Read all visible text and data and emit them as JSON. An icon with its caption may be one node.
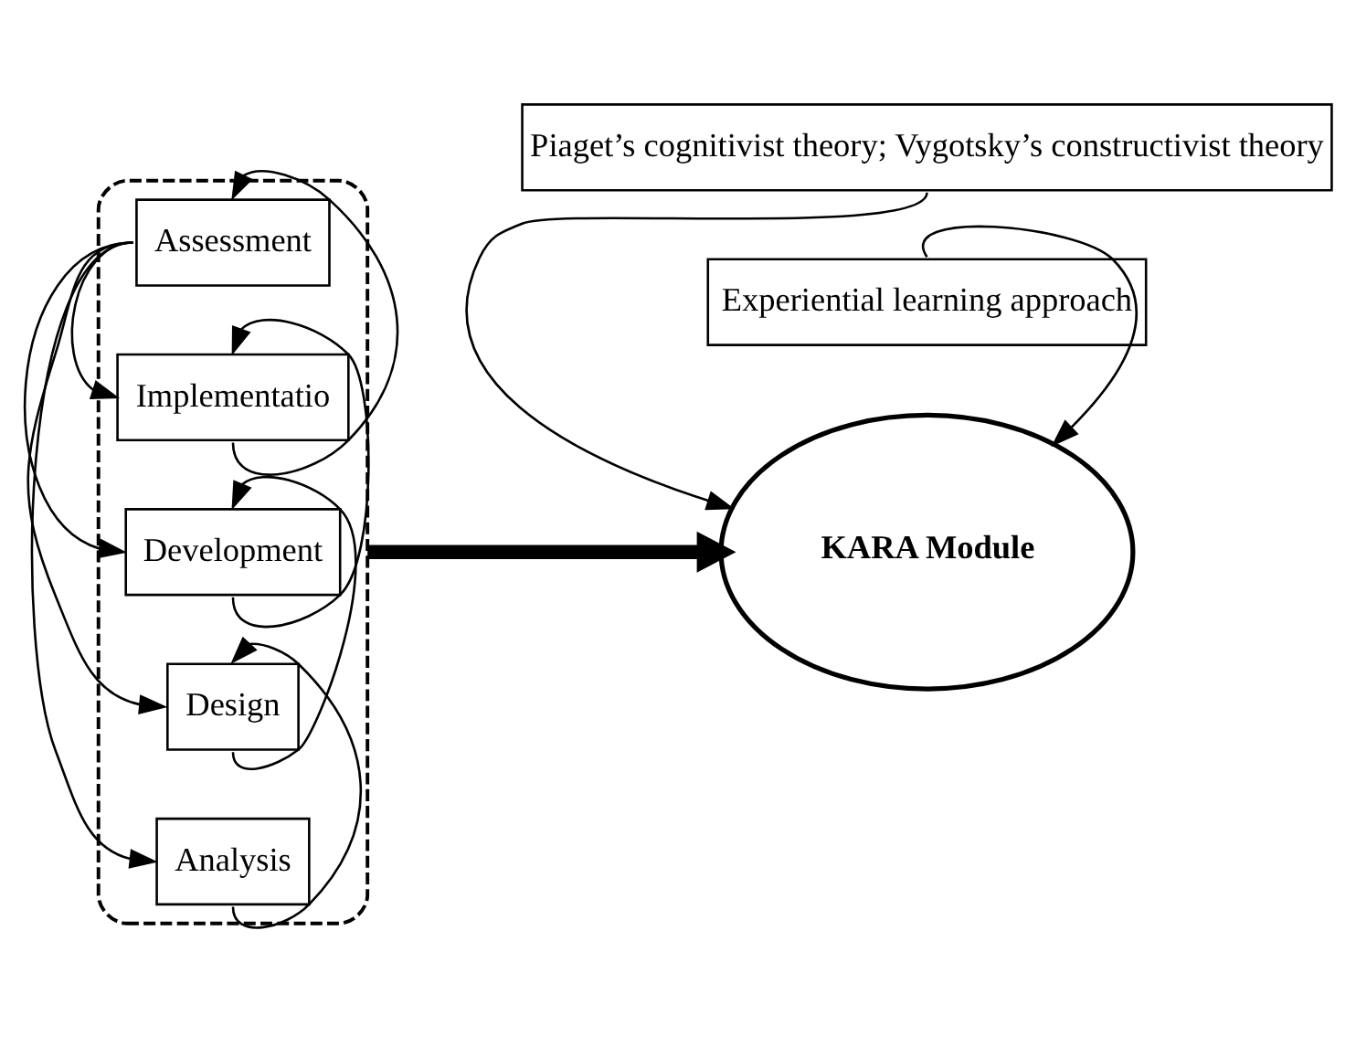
{
  "diagram": {
    "nodes": [
      {
        "text": [],
        "shape": "box"
      },
      {
        "text": [
          "Analysis"
        ],
        "in": 0
      },
      {
        "text": [
          "Design"
        ],
        "in": 0
      },
      {
        "text": [
          "Development"
        ],
        "in": 0
      },
      {
        "text": [
          "Implementatio"
        ],
        "in": 0
      },
      {
        "text": [
          "Assessment"
        ],
        "in": 0
      },
      {
        "text": [
          "Piaget’s cognitivist theory; Vygotsky’s constructivist theory"
        ]
      },
      {
        "text": [
          "KARA Module"
        ]
      },
      {
        "text": [
          "Experiential learning approach"
        ]
      }
    ],
    "edges": [
      {
        "from": 1,
        "to": 2,
        "arrow": "to"
      },
      {
        "from": 2,
        "to": 3,
        "arrow": "to"
      },
      {
        "from": 3,
        "to": 4,
        "arrow": "to"
      },
      {
        "from": 4,
        "to": 5,
        "arrow": "to"
      },
      {
        "from": 5,
        "to": 1,
        "arrow": "to"
      },
      {
        "from": 5,
        "to": 2,
        "arrow": "to"
      },
      {
        "from": 5,
        "to": 3,
        "arrow": "to"
      },
      {
        "from": 5,
        "to": 4,
        "arrow": "to"
      },
      {
        "from": 0,
        "to": 7,
        "arrow": "to",
        "style": "thick"
      },
      {
        "from": 6,
        "to": 7,
        "arrow": "to"
      },
      {
        "from": 8,
        "to": 7,
        "arrow": "to"
      }
    ]
  }
}
